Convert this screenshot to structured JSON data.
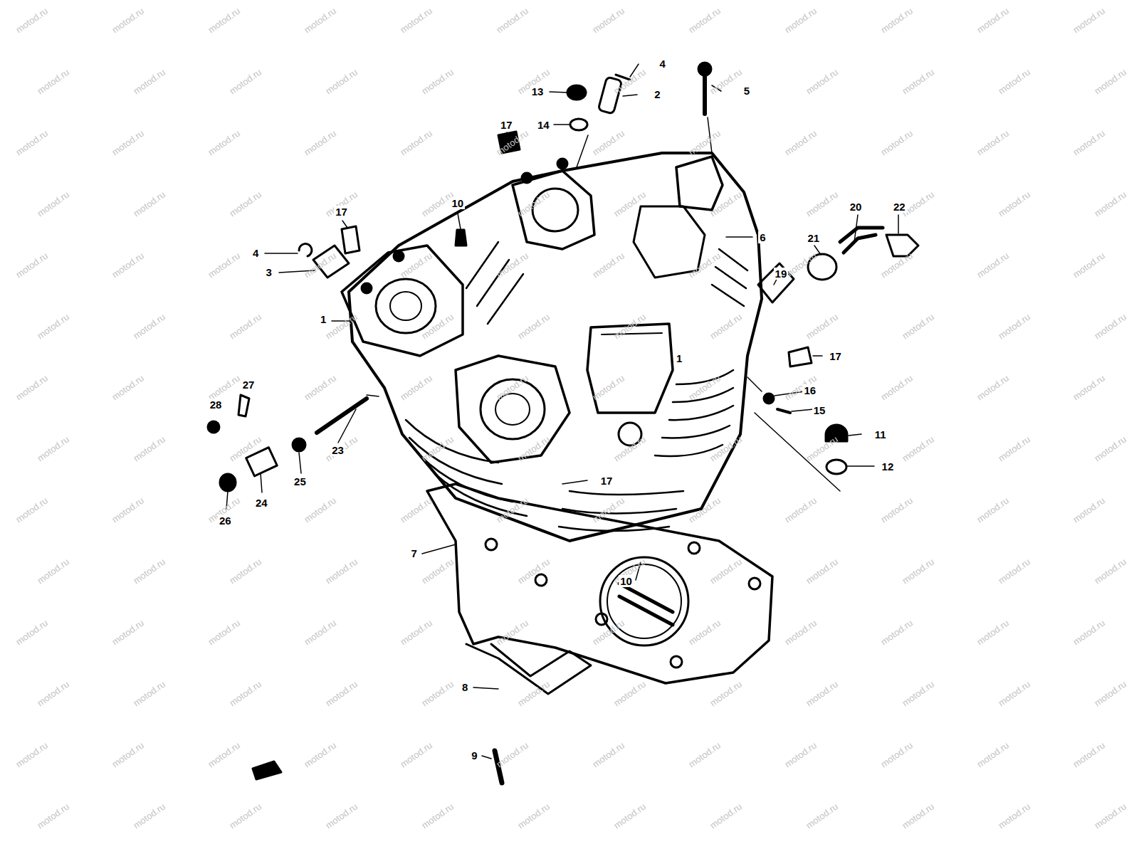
{
  "diagram": {
    "labels": [
      "4",
      "5",
      "13",
      "2",
      "14",
      "17",
      "17",
      "10",
      "20",
      "22",
      "6",
      "21",
      "4",
      "3",
      "19",
      "1",
      "17",
      "1",
      "16",
      "15",
      "27",
      "28",
      "11",
      "23",
      "12",
      "25",
      "17",
      "24",
      "26",
      "7",
      "10",
      "8",
      "9",
      "motod.ru",
      "motod.ru",
      "motod.ru",
      "motod.ru",
      "motod.ru",
      "motod.ru",
      "motod.ru",
      "motod.ru",
      "motod.ru",
      "motod.ru",
      "motod.ru",
      "motod.ru",
      "motod.ru",
      "motod.ru",
      "motod.ru",
      "motod.ru",
      "motod.ru",
      "motod.ru",
      "motod.ru",
      "motod.ru",
      "motod.ru",
      "motod.ru",
      "motod.ru",
      "motod.ru",
      "motod.ru",
      "motod.ru",
      "motod.ru",
      "motod.ru",
      "motod.ru",
      "motod.ru",
      "motod.ru",
      "motod.ru",
      "motod.ru",
      "motod.ru",
      "motod.ru",
      "motod.ru",
      "motod.ru",
      "motod.ru",
      "motod.ru",
      "motod.ru",
      "motod.ru",
      "motod.ru",
      "motod.ru",
      "motod.ru",
      "motod.ru",
      "motod.ru",
      "motod.ru",
      "motod.ru",
      "motod.ru",
      "motod.ru",
      "motod.ru",
      "motod.ru",
      "motod.ru",
      "motod.ru",
      "motod.ru",
      "motod.ru",
      "motod.ru",
      "motod.ru",
      "motod.ru",
      "motod.ru",
      "motod.ru",
      "motod.ru",
      "motod.ru",
      "motod.ru",
      "motod.ru",
      "motod.ru",
      "motod.ru",
      "motod.ru",
      "motod.ru",
      "motod.ru",
      "motod.ru",
      "motod.ru",
      "motod.ru",
      "motod.ru",
      "motod.ru",
      "motod.ru",
      "motod.ru",
      "motod.ru",
      "motod.ru",
      "motod.ru",
      "motod.ru",
      "motod.ru",
      "motod.ru",
      "motod.ru",
      "motod.ru",
      "motod.ru",
      "motod.ru",
      "motod.ru",
      "motod.ru",
      "motod.ru",
      "motod.ru",
      "motod.ru",
      "motod.ru",
      "motod.ru",
      "motod.ru",
      "motod.ru",
      "motod.ru",
      "motod.ru",
      "motod.ru",
      "motod.ru",
      "motod.ru",
      "motod.ru",
      "motod.ru",
      "motod.ru",
      "motod.ru",
      "motod.ru",
      "motod.ru",
      "motod.ru",
      "motod.ru",
      "motod.ru",
      "motod.ru",
      "motod.ru",
      "motod.ru",
      "motod.ru",
      "motod.ru",
      "motod.ru",
      "motod.ru",
      "motod.ru",
      "motod.ru",
      "motod.ru",
      "motod.ru",
      "motod.ru",
      "motod.ru",
      "motod.ru",
      "motod.ru",
      "motod.ru",
      "motod.ru",
      "motod.ru",
      "motod.ru",
      "motod.ru",
      "motod.ru",
      "motod.ru",
      "motod.ru",
      "motod.ru",
      "motod.ru",
      "motod.ru",
      "motod.ru",
      "motod.ru",
      "motod.ru",
      "motod.ru",
      "motod.ru",
      "motod.ru",
      "motod.ru",
      "motod.ru",
      "motod.ru",
      "motod.ru",
      "motod.ru",
      "motod.ru",
      "motod.ru",
      "motod.ru",
      "motod.ru",
      "motod.ru",
      "motod.ru",
      "motod.ru",
      "motod.ru",
      "motod.ru",
      "motod.ru",
      "motod.ru",
      "motod.ru",
      "motod.ru",
      "motod.ru",
      "motod.ru",
      "motod.ru",
      "motod.ru",
      "motod.ru",
      "motod.ru",
      "motod.ru",
      "motod.ru"
    ]
  }
}
